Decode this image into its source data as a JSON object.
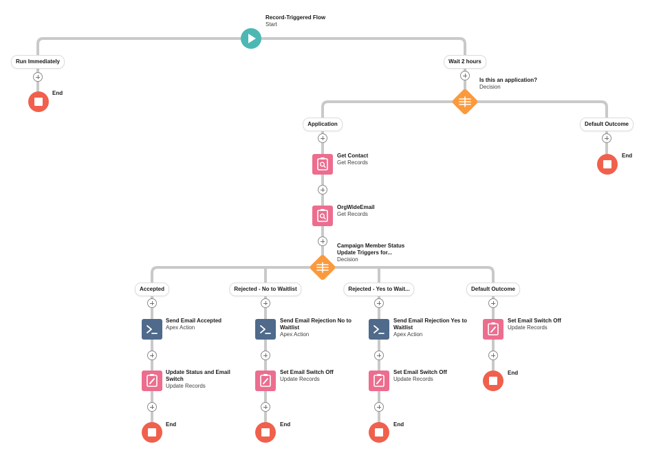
{
  "colors": {
    "connector": "#c9c9c9",
    "start": "#4bb8b4",
    "end": "#f0604c",
    "decision": "#fb9a3d",
    "record": "#ec6d8e",
    "apex": "#4f6a8a"
  },
  "start": {
    "title": "Record-Triggered Flow",
    "subtitle": "Start",
    "icon": "play-icon"
  },
  "paths": {
    "run_immediately": "Run Immediately",
    "wait": "Wait 2 hours"
  },
  "end_label": "End",
  "decision1": {
    "title": "Is this an application?",
    "subtitle": "Decision",
    "icon": "decision-icon"
  },
  "outcomes1": {
    "application": "Application",
    "default": "Default Outcome"
  },
  "get_contact": {
    "title": "Get Contact",
    "subtitle": "Get Records",
    "icon": "get-records-icon"
  },
  "org_wide": {
    "title": "OrgWideEmail",
    "subtitle": "Get Records",
    "icon": "get-records-icon"
  },
  "decision2": {
    "title_line1": "Campaign Member Status",
    "title_line2": "Update Triggers for...",
    "subtitle": "Decision",
    "icon": "decision-icon"
  },
  "outcomes2": {
    "accepted": "Accepted",
    "rejected_no": "Rejected - No to Waitlist",
    "rejected_yes": "Rejected - Yes to Wait...",
    "default": "Default Outcome"
  },
  "send_accepted": {
    "title": "Send Email Accepted",
    "subtitle": "Apex Action",
    "icon": "apex-icon"
  },
  "send_reject_no": {
    "title_line1": "Send Email Rejection No to",
    "title_line2": "Waitlist",
    "subtitle": "Apex Action",
    "icon": "apex-icon"
  },
  "send_reject_yes": {
    "title_line1": "Send Email Rejection Yes to",
    "title_line2": "Waitlist",
    "subtitle": "Apex Action",
    "icon": "apex-icon"
  },
  "update_status": {
    "title_line1": "Update Status and Email",
    "title_line2": "Switch",
    "subtitle": "Update Records",
    "icon": "update-records-icon"
  },
  "switch_off_b": {
    "title": "Set Email Switch Off",
    "subtitle": "Update Records",
    "icon": "update-records-icon"
  },
  "switch_off_c": {
    "title": "Set Email Switch Off",
    "subtitle": "Update Records",
    "icon": "update-records-icon"
  },
  "switch_off_d": {
    "title": "Set Email Switch Off",
    "subtitle": "Update Records",
    "icon": "update-records-icon"
  }
}
